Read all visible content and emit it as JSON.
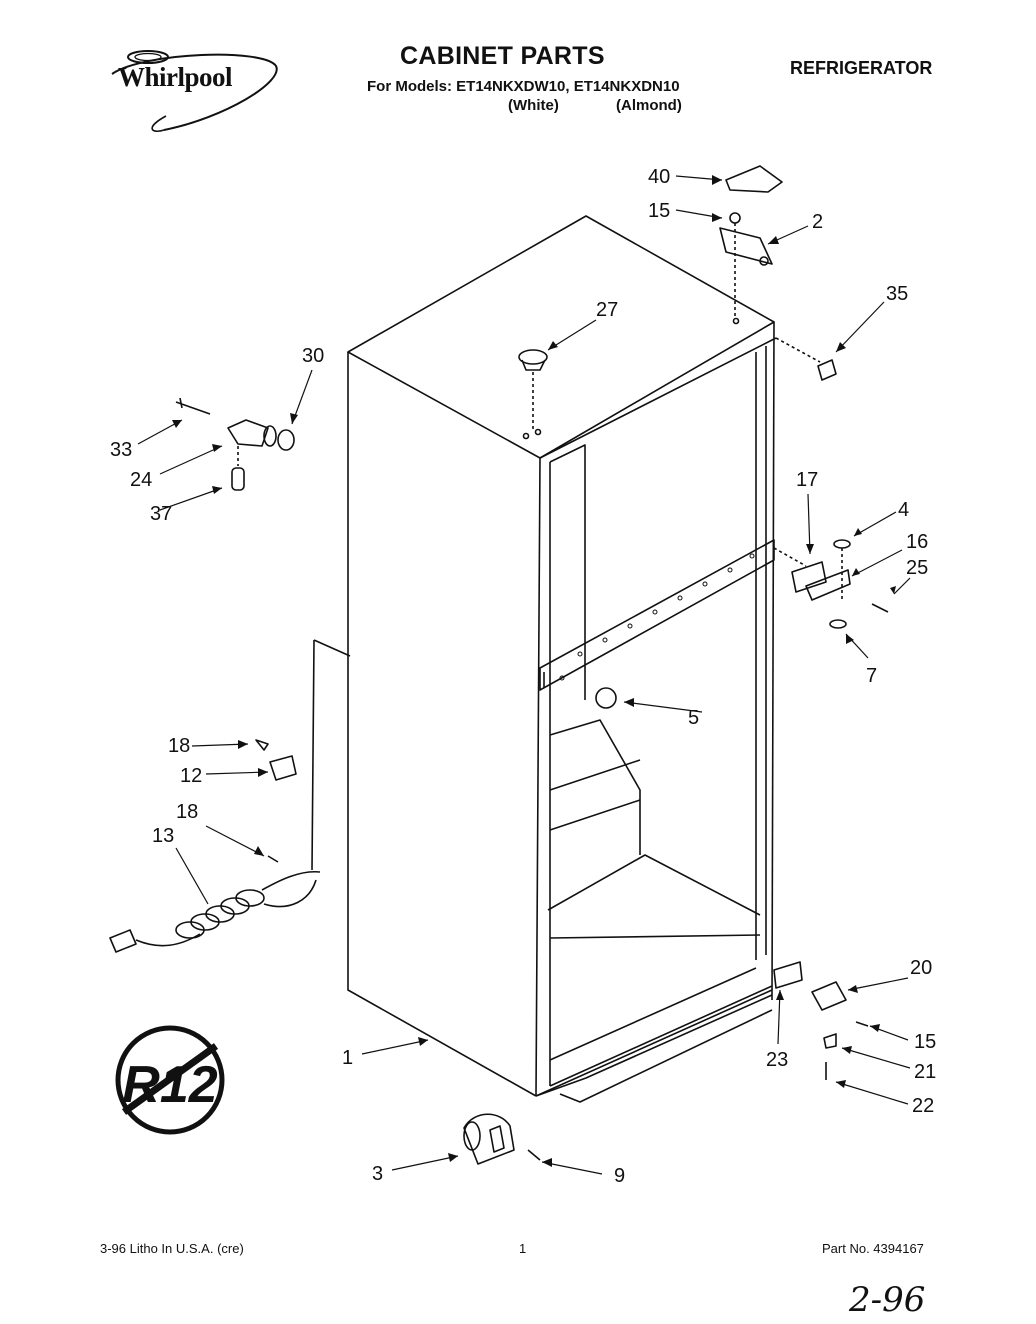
{
  "header": {
    "brand": "Whirlpool",
    "title": "CABINET PARTS",
    "models_line": "For Models: ET14NKXDW10, ET14NKXDN10",
    "color_white": "(White)",
    "color_almond": "(Almond)",
    "category": "REFRIGERATOR"
  },
  "footer": {
    "litho": "3-96 Litho In U.S.A. (cre)",
    "page": "1",
    "part_number": "Part No. 4394167"
  },
  "handwritten_note": "2-96",
  "no_r12_symbol": "R12",
  "callouts": [
    "40",
    "15",
    "2",
    "35",
    "27",
    "30",
    "33",
    "24",
    "37",
    "17",
    "4",
    "16",
    "25",
    "7",
    "5",
    "18",
    "12",
    "18",
    "13",
    "1",
    "20",
    "15",
    "21",
    "22",
    "23",
    "3",
    "9"
  ]
}
